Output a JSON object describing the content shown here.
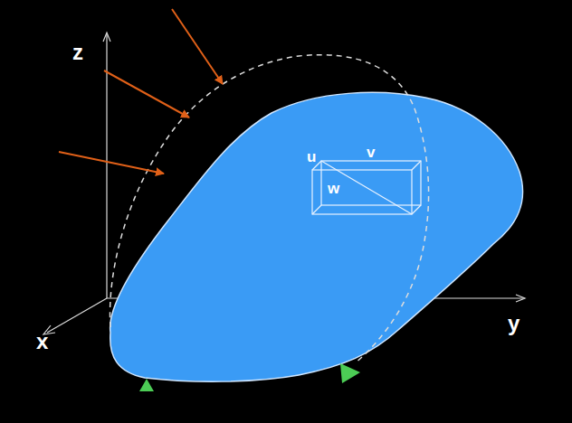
{
  "diagram": {
    "labels": [
      "z",
      "x",
      "y",
      "u",
      "v",
      "w"
    ]
  }
}
